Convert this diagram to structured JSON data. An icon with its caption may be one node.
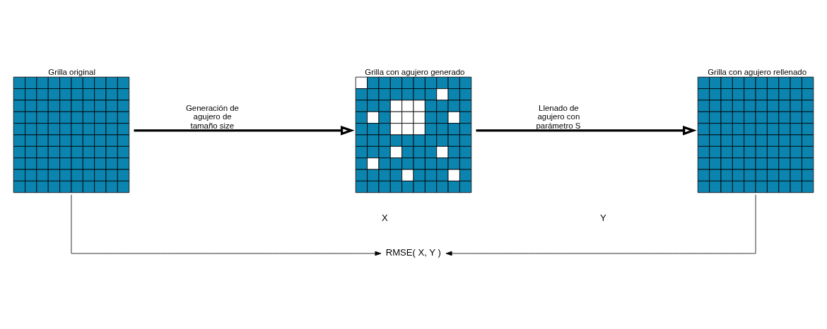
{
  "diagram": {
    "nodes": [
      {
        "text": [
          "Grilla original"
        ]
      },
      {
        "text": [
          "Grilla con agujero generado"
        ]
      },
      {
        "text": [
          "Grilla con agujero rellenado"
        ]
      },
      {
        "text": [
          "RMSE( X, Y )"
        ]
      }
    ],
    "edges": [
      {
        "from": 0,
        "to": 1,
        "arrow": "to",
        "label": "Generación de agujero de tamaño size",
        "style": "thick"
      },
      {
        "from": 1,
        "to": 2,
        "arrow": "to",
        "label": "Llenado de agujero con parámetro S",
        "style": "thick"
      },
      {
        "from": 0,
        "to": 3,
        "arrow": "to",
        "label": "X"
      },
      {
        "from": 2,
        "to": 3,
        "arrow": "to",
        "label": "Y"
      }
    ]
  }
}
